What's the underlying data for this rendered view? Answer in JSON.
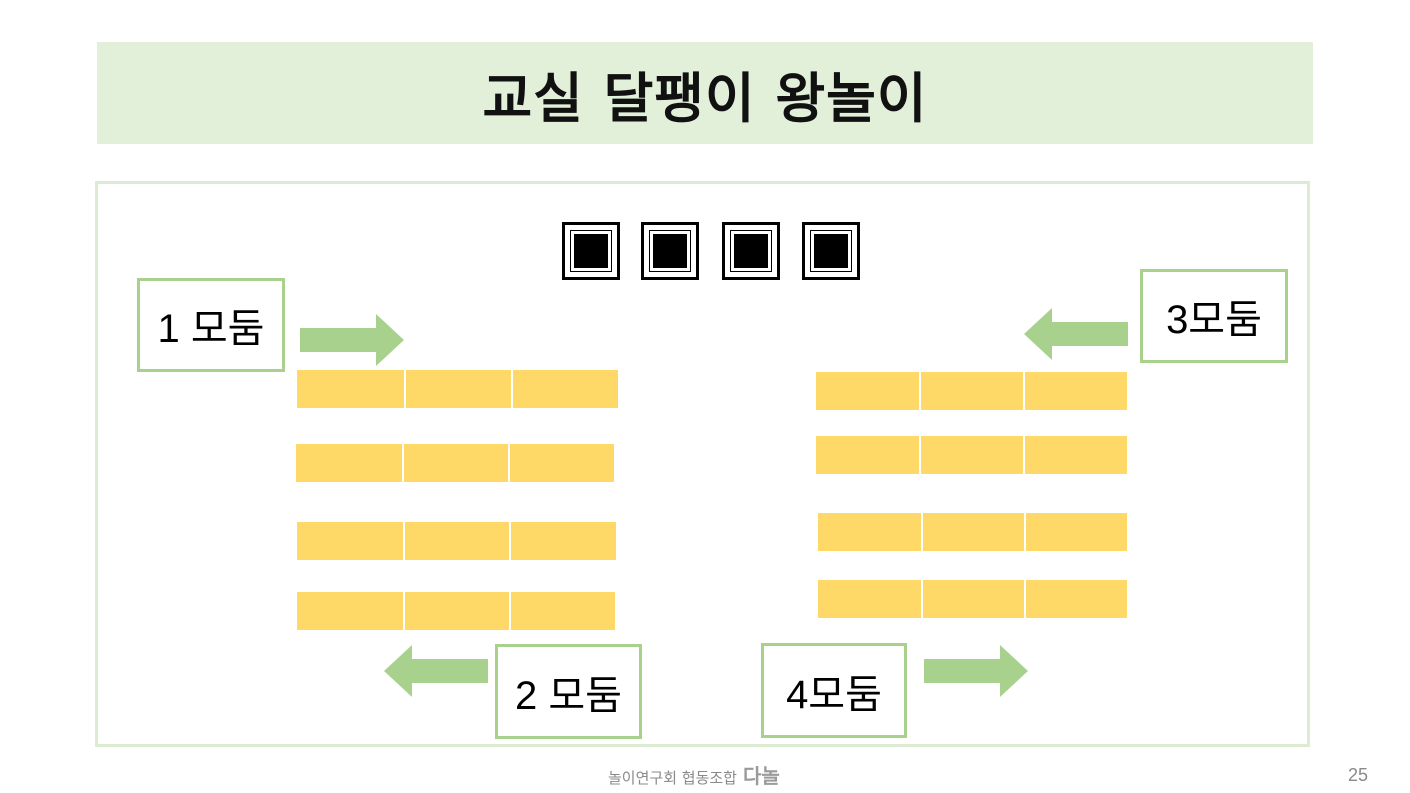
{
  "title": "교실 달팽이 왕놀이",
  "targets": [
    "target-1",
    "target-2",
    "target-3",
    "target-4"
  ],
  "groups": {
    "g1": "1 모둠",
    "g2": "2 모둠",
    "g3": "3모둠",
    "g4": "4모둠"
  },
  "footer": {
    "org": "놀이연구회 협동조합",
    "brand": "다놀"
  },
  "page_number": "25",
  "colors": {
    "title_bg": "#e2efd9",
    "arrow": "#a9d18e",
    "tile": "#fed967",
    "box_border": "#a9d18e"
  },
  "icons": {
    "arrow_right": "arrow-right-icon",
    "arrow_left": "arrow-left-icon",
    "target": "square-target-icon"
  }
}
